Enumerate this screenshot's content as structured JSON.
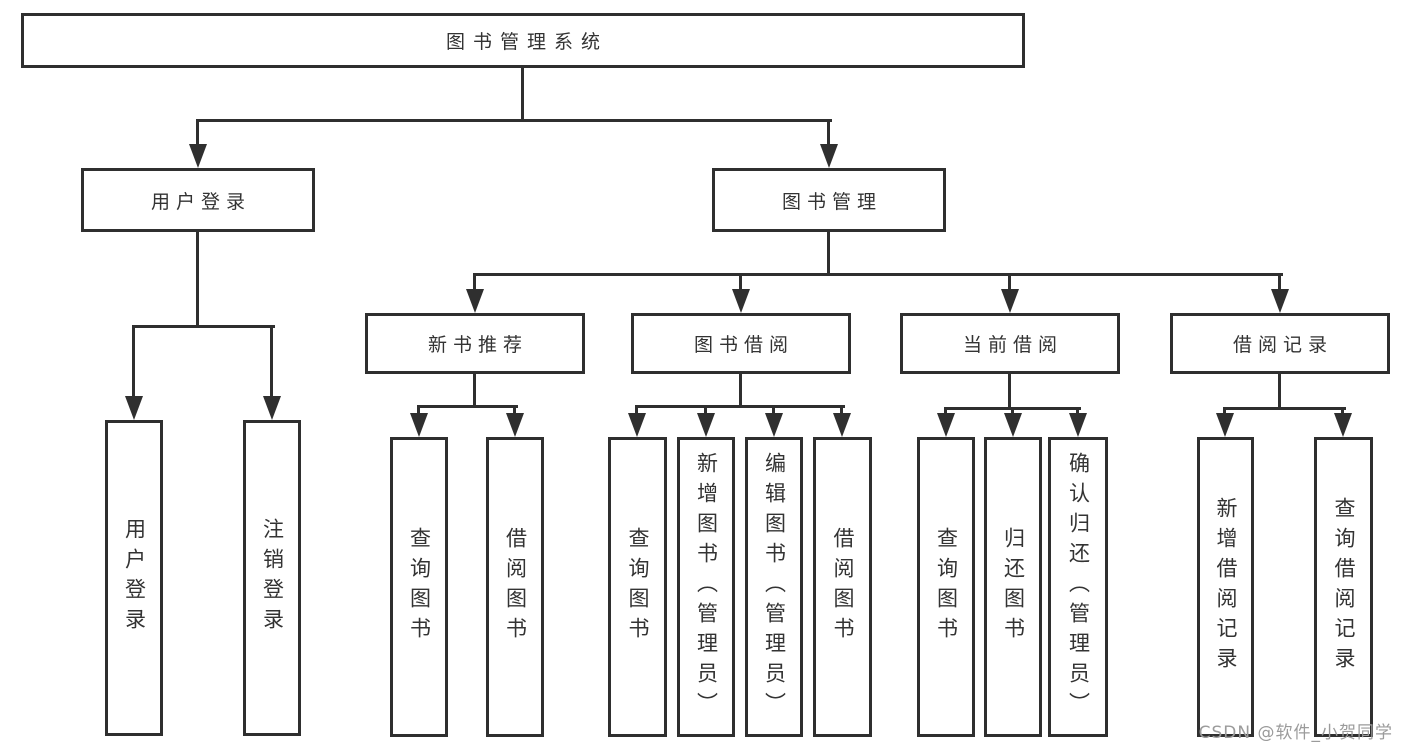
{
  "diagram": {
    "root": {
      "label": "图书管理系统"
    },
    "branches": [
      {
        "label": "用户登录",
        "children": [
          {
            "label": "用户登录"
          },
          {
            "label": "注销登录"
          }
        ]
      },
      {
        "label": "图书管理",
        "children": [
          {
            "label": "新书推荐",
            "children": [
              {
                "label": "查询图书"
              },
              {
                "label": "借阅图书"
              }
            ]
          },
          {
            "label": "图书借阅",
            "children": [
              {
                "label": "查询图书"
              },
              {
                "label": "新增图书（管理员）"
              },
              {
                "label": "编辑图书（管理员）"
              },
              {
                "label": "借阅图书"
              }
            ]
          },
          {
            "label": "当前借阅",
            "children": [
              {
                "label": "查询图书"
              },
              {
                "label": "归还图书"
              },
              {
                "label": "确认归还（管理员）"
              }
            ]
          },
          {
            "label": "借阅记录",
            "children": [
              {
                "label": "新增借阅记录"
              },
              {
                "label": "查询借阅记录"
              }
            ]
          }
        ]
      }
    ]
  },
  "watermark": {
    "text": "CSDN @软件_小贺同学"
  },
  "colors": {
    "line": "#2f2f2f",
    "text": "#333333",
    "background": "#ffffff",
    "watermark": "#9b9b9b"
  }
}
